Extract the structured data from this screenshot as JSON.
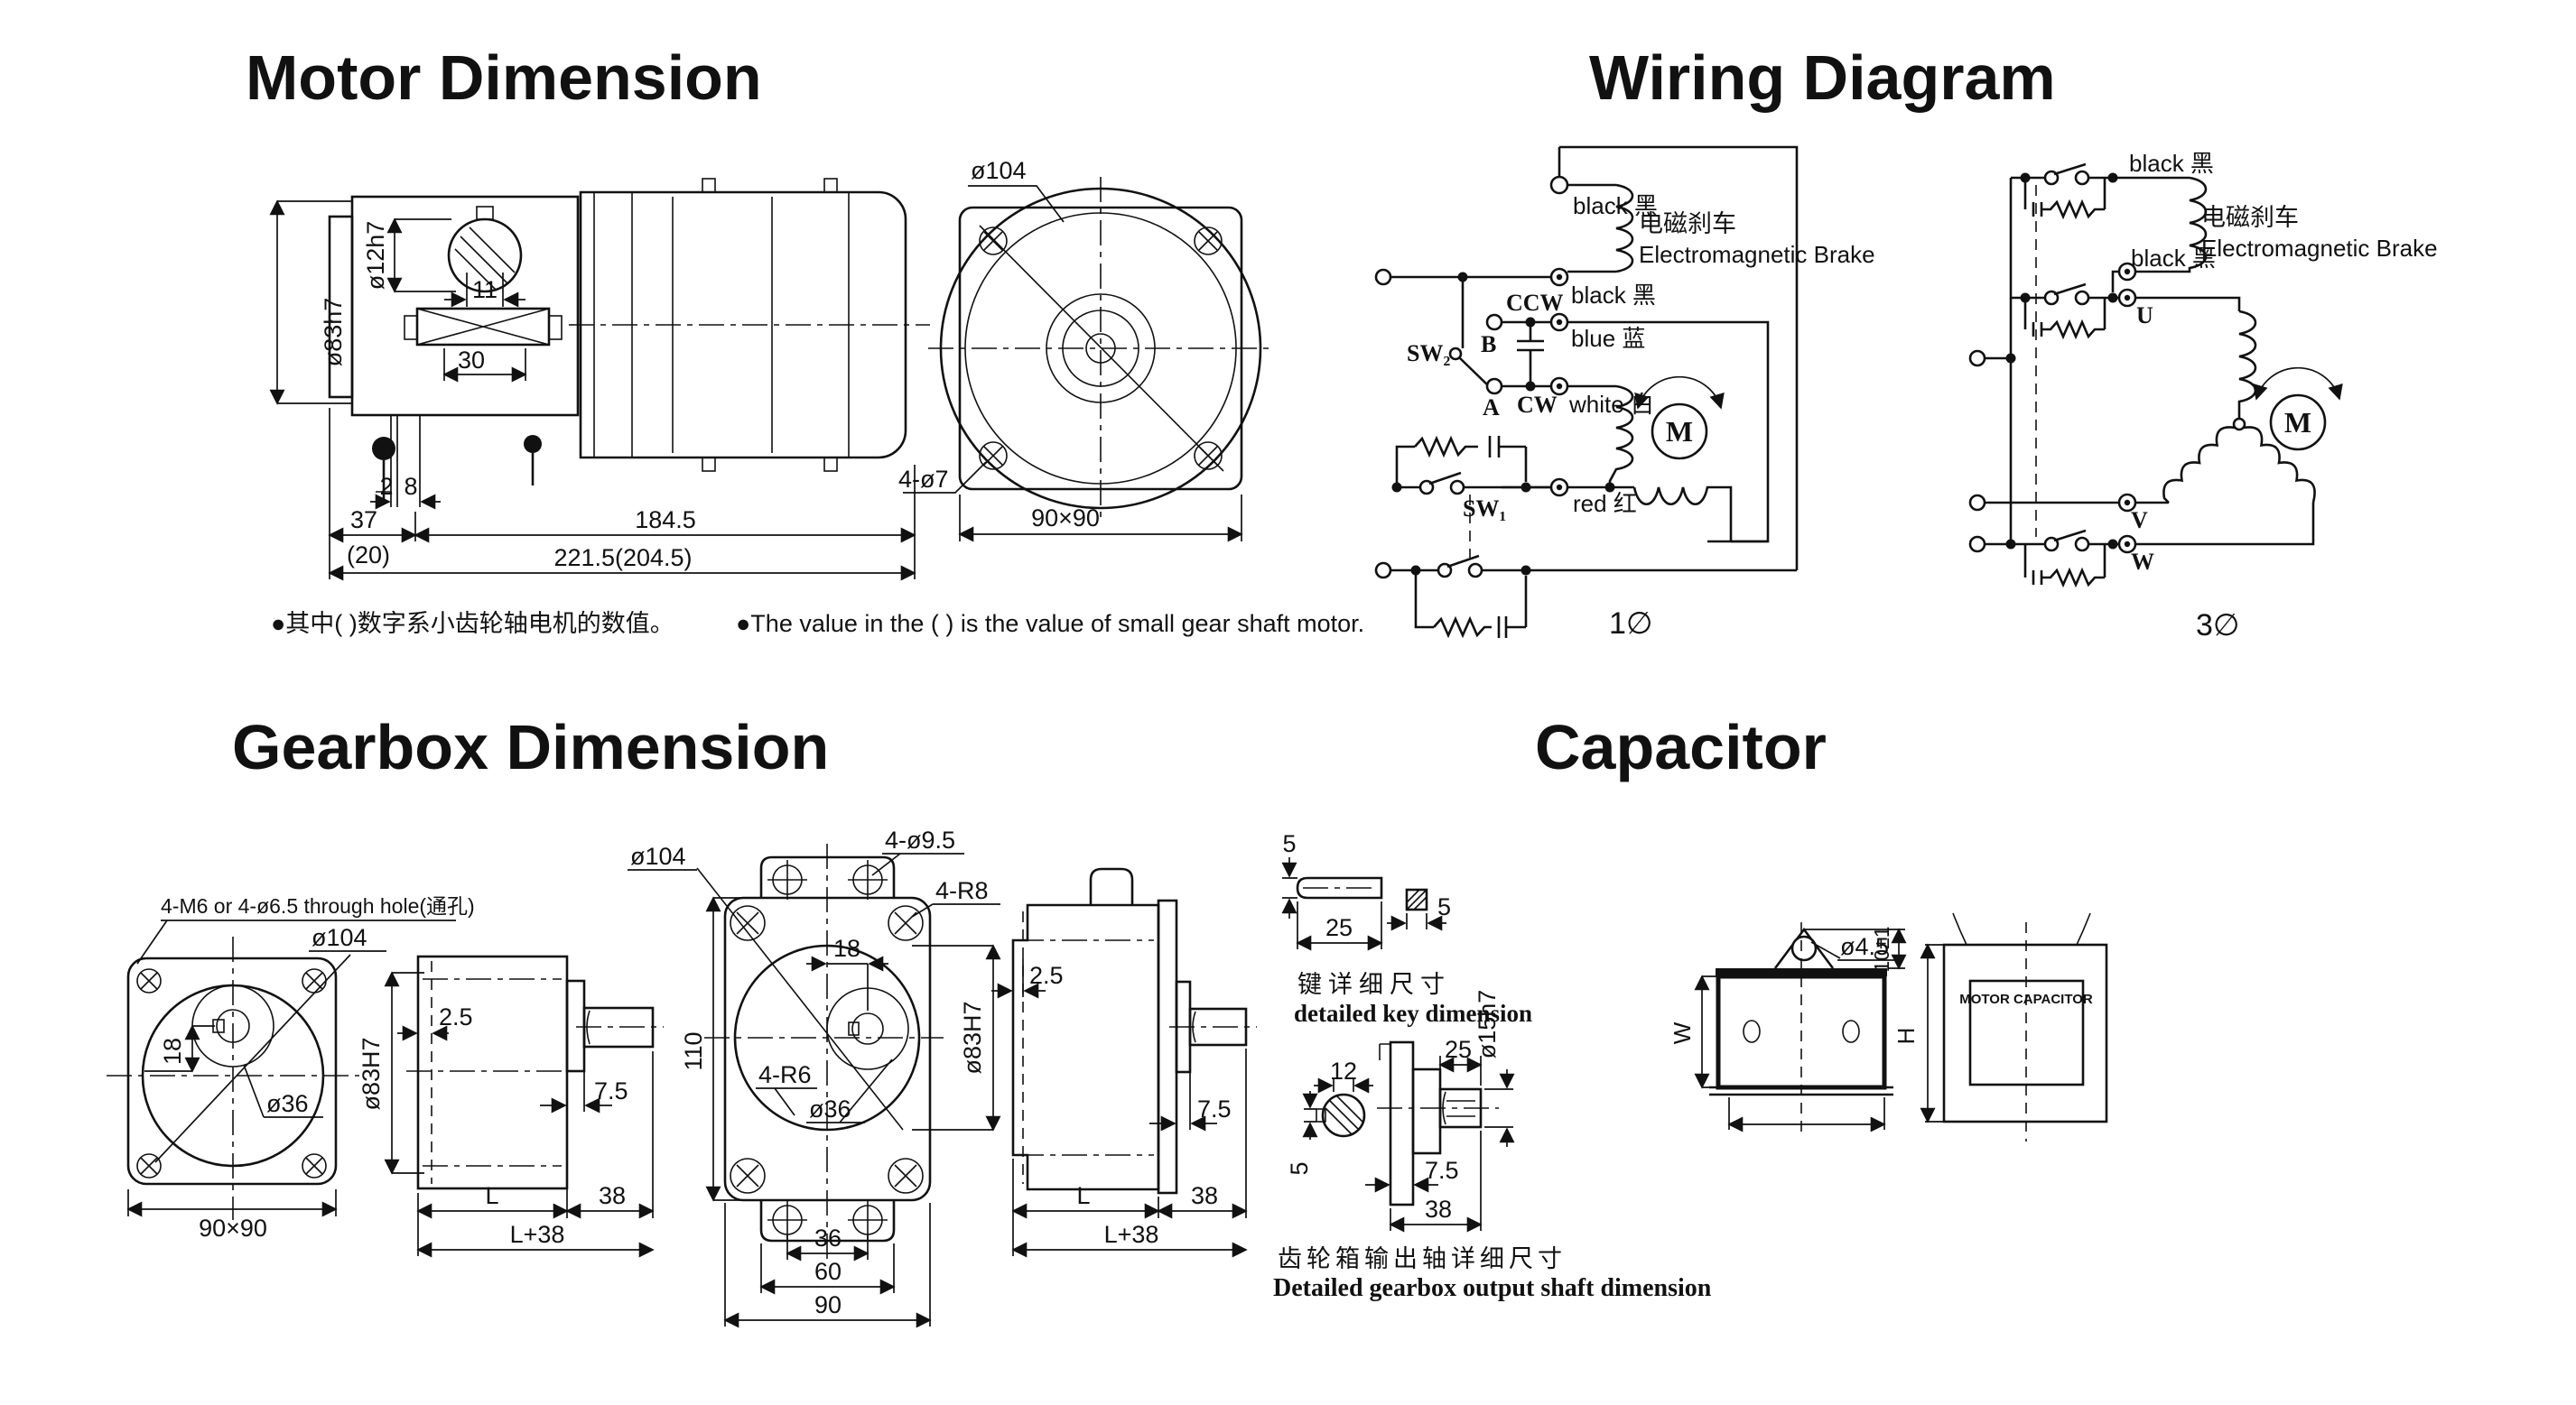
{
  "motor": {
    "title": "Motor Dimension",
    "dims": {
      "dia104": "ø104",
      "dia83h7": "ø83h7",
      "dia12h7": "ø12h7",
      "key11": "11",
      "w30": "30",
      "s2": "2",
      "s8": "8",
      "w37": "37",
      "p20": "(20)",
      "l184": "184.5",
      "l221": "221.5(204.5)",
      "holes": "4-ø7",
      "square": "90×90"
    },
    "footnote_cn": "●其中( )数字系小齿轮轴电机的数值。",
    "footnote_en": "●The value in the (  ) is the value of small gear shaft motor."
  },
  "wiring": {
    "title": "Wiring Diagram",
    "p1": {
      "black_top": "black 黑",
      "brake_cn": "电磁刹车",
      "brake_en": "Electromagnetic Brake",
      "black_bot": "black 黑",
      "ccw": "CCW",
      "b": "B",
      "blue": "blue 蓝",
      "sw2": "SW₂",
      "a": "A",
      "cw": "CW",
      "white": "white 白",
      "red": "red 红",
      "sw1": "SW₁",
      "m": "M",
      "phase": "1∅"
    },
    "p3": {
      "black_top": "black 黑",
      "brake_cn": "电磁刹车",
      "brake_en": "Electromagnetic Brake",
      "black_bot": "black 黑",
      "u": "U",
      "v": "V",
      "w": "W",
      "m": "M",
      "phase": "3∅"
    }
  },
  "gearbox": {
    "title": "Gearbox Dimension",
    "v1": {
      "note": "4-M6 or 4-ø6.5 through hole(通孔)",
      "dia104": "ø104",
      "d18": "18",
      "dia36": "ø36",
      "square": "90×90",
      "dia83H7": "ø83H7"
    },
    "v2": {
      "r25": "2.5",
      "r75": "7.5",
      "L": "L",
      "d38": "38",
      "L38": "L+38"
    },
    "v3": {
      "dia104": "ø104",
      "holes": "4-ø9.5",
      "r8": "4-R8",
      "d18": "18",
      "h110": "110",
      "r6": "4-R6",
      "dia36": "ø36",
      "dia83H7": "ø83H7",
      "d36": "36",
      "d60": "60",
      "d90": "90"
    },
    "v4": {
      "r25": "2.5",
      "r75": "7.5",
      "L": "L",
      "d38": "38",
      "L38": "L+38"
    },
    "key": {
      "d5a": "5",
      "d25": "25",
      "d5b": "5",
      "cap_cn": "键详细尺寸",
      "cap_en": "detailed key dimension"
    },
    "shaft": {
      "d12": "12",
      "d5": "5",
      "d25": "25",
      "dia15h7": "ø15h7",
      "r75": "7.5",
      "d38": "38",
      "cap_cn": "齿轮箱输出轴详细尺寸",
      "cap_en": "Detailed gearbox output shaft dimension"
    }
  },
  "cap": {
    "title": "Capacitor",
    "dia45": "ø4.5",
    "tol": "10±1",
    "w": "W",
    "h": "H",
    "label": "MOTOR CAPACITOR"
  }
}
